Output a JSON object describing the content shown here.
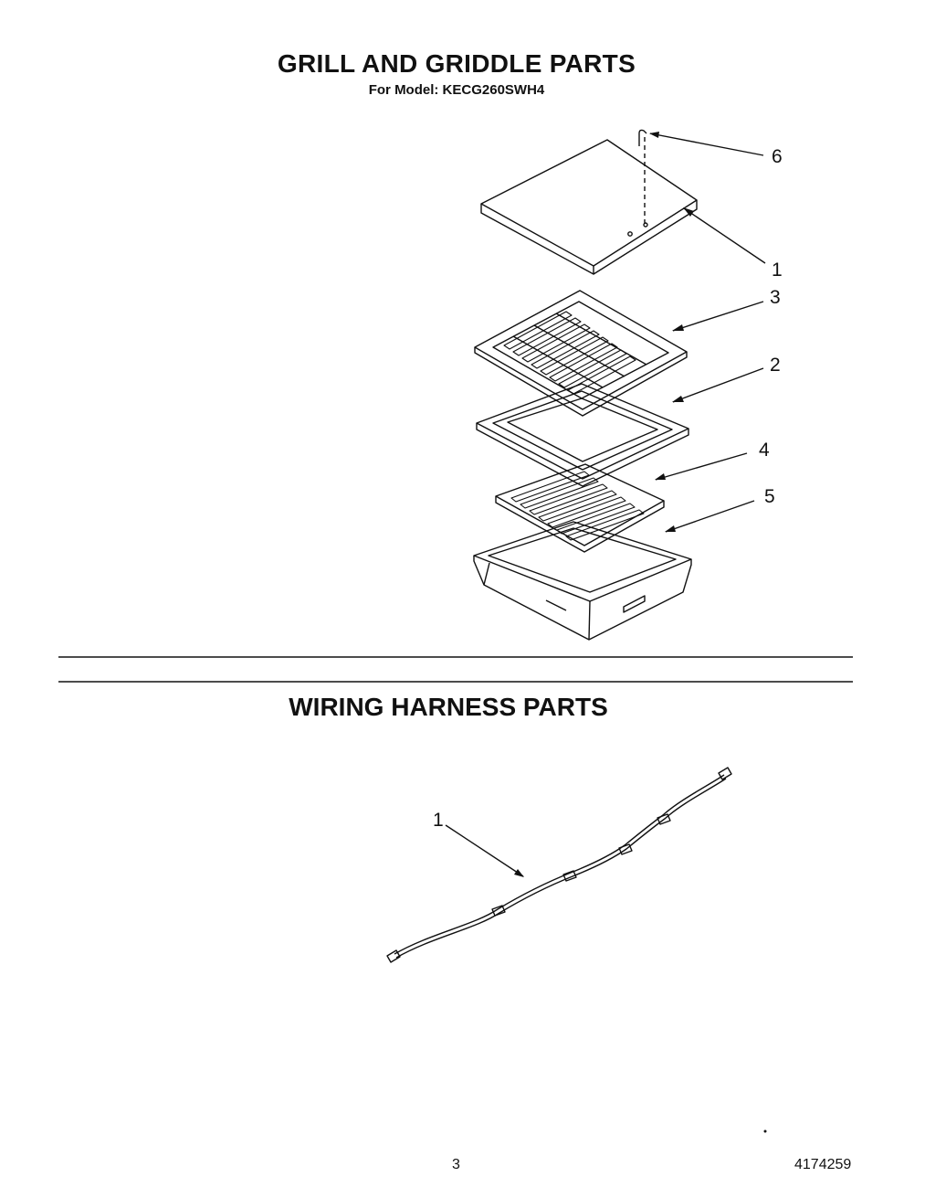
{
  "grill_section": {
    "title": "GRILL AND GRIDDLE PARTS",
    "model_line": "For Model: KECG260SWH4",
    "callouts": [
      "6",
      "1",
      "3",
      "2",
      "4",
      "5"
    ]
  },
  "wiring_section": {
    "title": "WIRING HARNESS PARTS",
    "callouts": [
      "1"
    ]
  },
  "footer": {
    "page_number": "3",
    "document_number": "4174259"
  }
}
